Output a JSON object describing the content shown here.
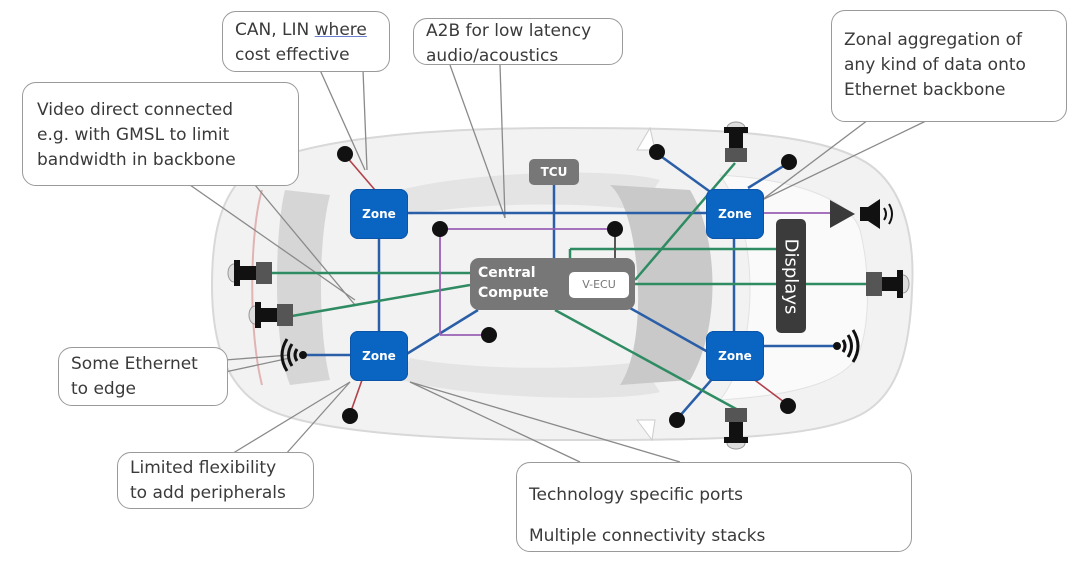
{
  "title": "Zonal vehicle architecture with mixed connectivity",
  "callouts": {
    "can_lin": [
      "CAN, LIN where",
      "cost effective"
    ],
    "can_lin_underlined_word": "where",
    "a2b": [
      "A2B for low latency",
      "audio/acoustics"
    ],
    "zonal": [
      "Zonal aggregation of",
      "any kind of data onto",
      "Ethernet  backbone"
    ],
    "video": [
      "Video direct connected",
      "e.g. with GMSL to limit",
      "bandwidth in backbone"
    ],
    "ethernet_edge": [
      "Some Ethernet",
      "to edge"
    ],
    "limited": [
      "Limited flexibility",
      "to add peripherals"
    ],
    "tech": [
      "Technology specific ports",
      "Multiple connectivity stacks"
    ]
  },
  "nodes": {
    "zone_label": "Zone",
    "tcu": "TCU",
    "central_compute": [
      "Central",
      "Compute"
    ],
    "vecu": "V-ECU",
    "displays": "Displays"
  },
  "colors": {
    "zone_blue": "#0a64c2",
    "ethernet_line": "#2a5fa8",
    "video_line": "#2e8b62",
    "a2b_line": "#9a5fb5",
    "can_lin_line": "#b2404a",
    "compute_gray": "#777777",
    "displays_dark": "#3b3b3b",
    "sensor_black": "#111111"
  },
  "icons": [
    "camera-icon",
    "speaker-icon",
    "amplifier-icon",
    "antenna-wave-icon",
    "sensor-node-icon"
  ]
}
